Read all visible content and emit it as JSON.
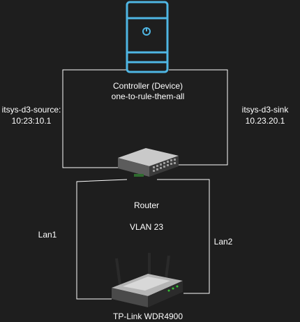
{
  "controller": {
    "title": "Controller (Device)",
    "name": "one-to-rule-them-all",
    "icon": "server-tower-icon",
    "outline_color": "#4fb6e3"
  },
  "links": {
    "source": {
      "name": "itsys-d3-source:",
      "ip": "10:23:10.1"
    },
    "sink": {
      "name": "itsys-d3-sink",
      "ip": "10.23.20.1"
    },
    "lan1": "Lan1",
    "lan2": "Lan2"
  },
  "switch": {
    "icon": "network-switch-icon"
  },
  "router": {
    "label": "Router",
    "vlan": "VLAN 23",
    "model": "TP-Link WDR4900",
    "icon": "wireless-router-icon"
  },
  "colors": {
    "background": "#1e1e1e",
    "line": "#ffffff",
    "text": "#ffffff"
  }
}
